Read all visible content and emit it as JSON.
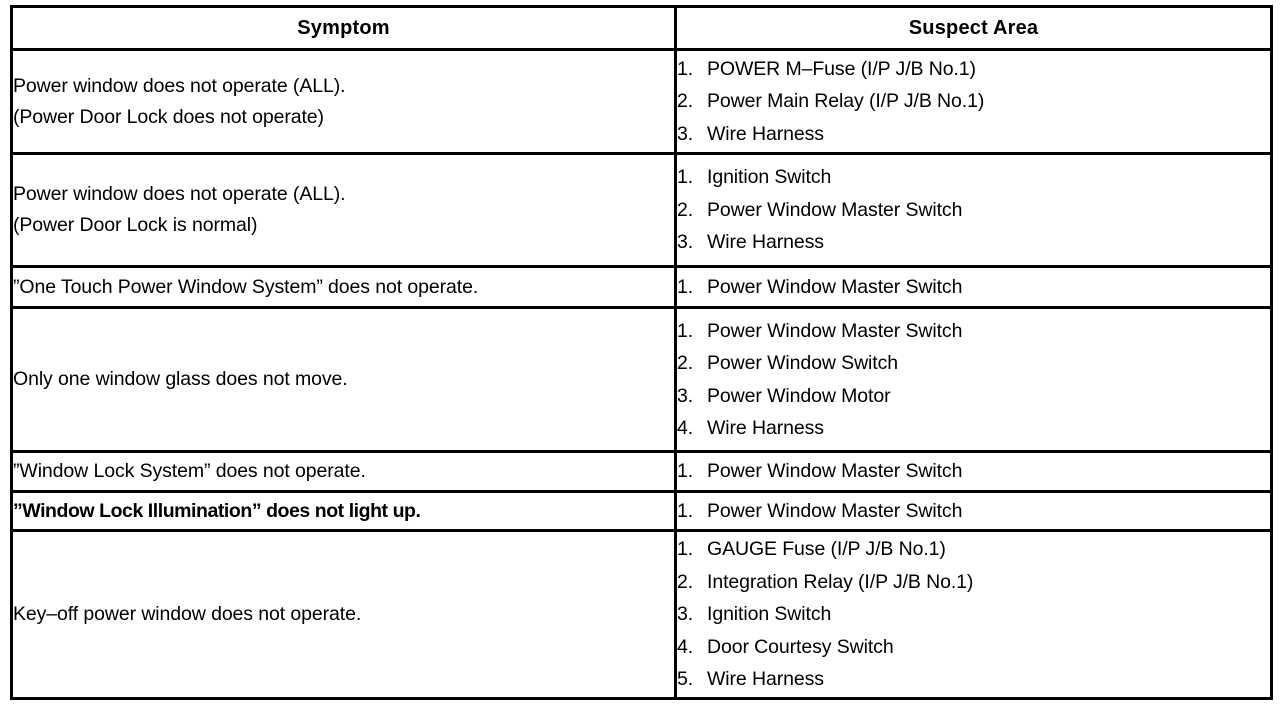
{
  "document": {
    "type": "troubleshooting-table",
    "background_color": "#ffffff",
    "text_color": "#000000",
    "border_color": "#000000"
  },
  "table": {
    "headers": {
      "symptom": "Symptom",
      "suspect_area": "Suspect Area"
    },
    "rows": [
      {
        "symptom_lines": [
          "Power window does not operate (ALL).",
          "(Power Door Lock does not operate)"
        ],
        "suspect_items": [
          {
            "num": "1.",
            "label": "POWER M–Fuse (I/P J/B No.1)"
          },
          {
            "num": "2.",
            "label": "Power Main Relay (I/P J/B No.1)"
          },
          {
            "num": "3.",
            "label": "Wire Harness"
          }
        ]
      },
      {
        "symptom_lines": [
          "Power window does not operate (ALL).",
          "(Power Door Lock is normal)"
        ],
        "suspect_items": [
          {
            "num": "1.",
            "label": "Ignition Switch"
          },
          {
            "num": "2.",
            "label": "Power Window Master Switch"
          },
          {
            "num": "3.",
            "label": "Wire Harness"
          }
        ]
      },
      {
        "symptom_lines": [
          "”One Touch Power Window System” does not operate."
        ],
        "suspect_items": [
          {
            "num": "1.",
            "label": "Power Window Master Switch"
          }
        ]
      },
      {
        "symptom_lines": [
          "Only one window glass does not move."
        ],
        "suspect_items": [
          {
            "num": "1.",
            "label": "Power Window Master Switch"
          },
          {
            "num": "2.",
            "label": "Power Window Switch"
          },
          {
            "num": "3.",
            "label": "Power Window Motor"
          },
          {
            "num": "4.",
            "label": "Wire Harness"
          }
        ]
      },
      {
        "symptom_lines": [
          "”Window Lock System” does not operate."
        ],
        "suspect_items": [
          {
            "num": "1.",
            "label": "Power Window Master Switch"
          }
        ]
      },
      {
        "symptom_lines": [
          "”Window Lock Illumination” does not light up."
        ],
        "suspect_items": [
          {
            "num": "1.",
            "label": "Power Window Master Switch"
          }
        ]
      },
      {
        "symptom_lines": [
          "Key–off power window does not operate."
        ],
        "suspect_items": [
          {
            "num": "1.",
            "label": "GAUGE Fuse (I/P J/B No.1)"
          },
          {
            "num": "2.",
            "label": "Integration Relay (I/P J/B No.1)"
          },
          {
            "num": "3.",
            "label": "Ignition Switch"
          },
          {
            "num": "4.",
            "label": "Door Courtesy Switch"
          },
          {
            "num": "5.",
            "label": "Wire Harness"
          }
        ]
      }
    ]
  }
}
